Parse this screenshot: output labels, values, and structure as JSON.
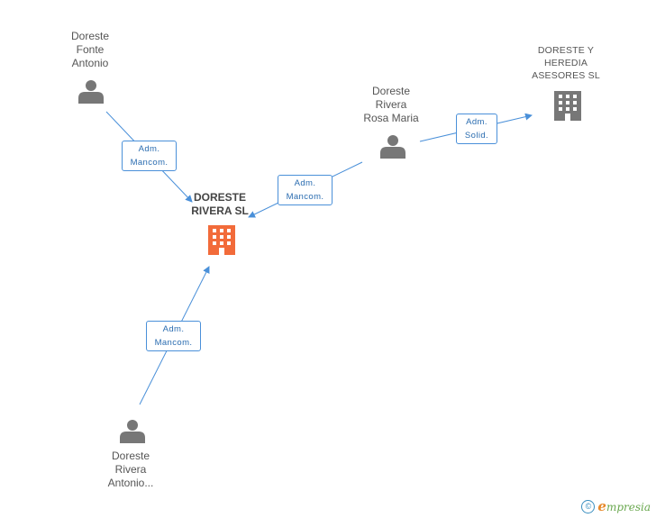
{
  "nodes": {
    "person_fonte": {
      "lines": [
        "Doreste",
        "Fonte",
        "Antonio"
      ]
    },
    "person_rosa": {
      "lines": [
        "Doreste",
        "Rivera",
        "Rosa Maria"
      ]
    },
    "person_antonio": {
      "lines": [
        "Doreste",
        "Rivera",
        "Antonio..."
      ]
    },
    "company_main": {
      "lines": [
        "DORESTE",
        "RIVERA SL"
      ],
      "color": "#f26b3a"
    },
    "company_heredia": {
      "lines": [
        "DORESTE Y",
        "HEREDIA",
        "ASESORES SL"
      ],
      "color": "#777777"
    }
  },
  "relations": {
    "fonte_main": [
      "Adm.",
      "Mancom."
    ],
    "rosa_main": [
      "Adm.",
      "Mancom."
    ],
    "rosa_heredia": [
      "Adm.",
      "Solid."
    ],
    "antonio_main": [
      "Adm.",
      "Mancom."
    ]
  },
  "colors": {
    "edge": "#4a90d9",
    "person": "#777777"
  },
  "footer": {
    "copyright_symbol": "©",
    "brand_initial": "e",
    "brand_rest": "mpresia"
  }
}
